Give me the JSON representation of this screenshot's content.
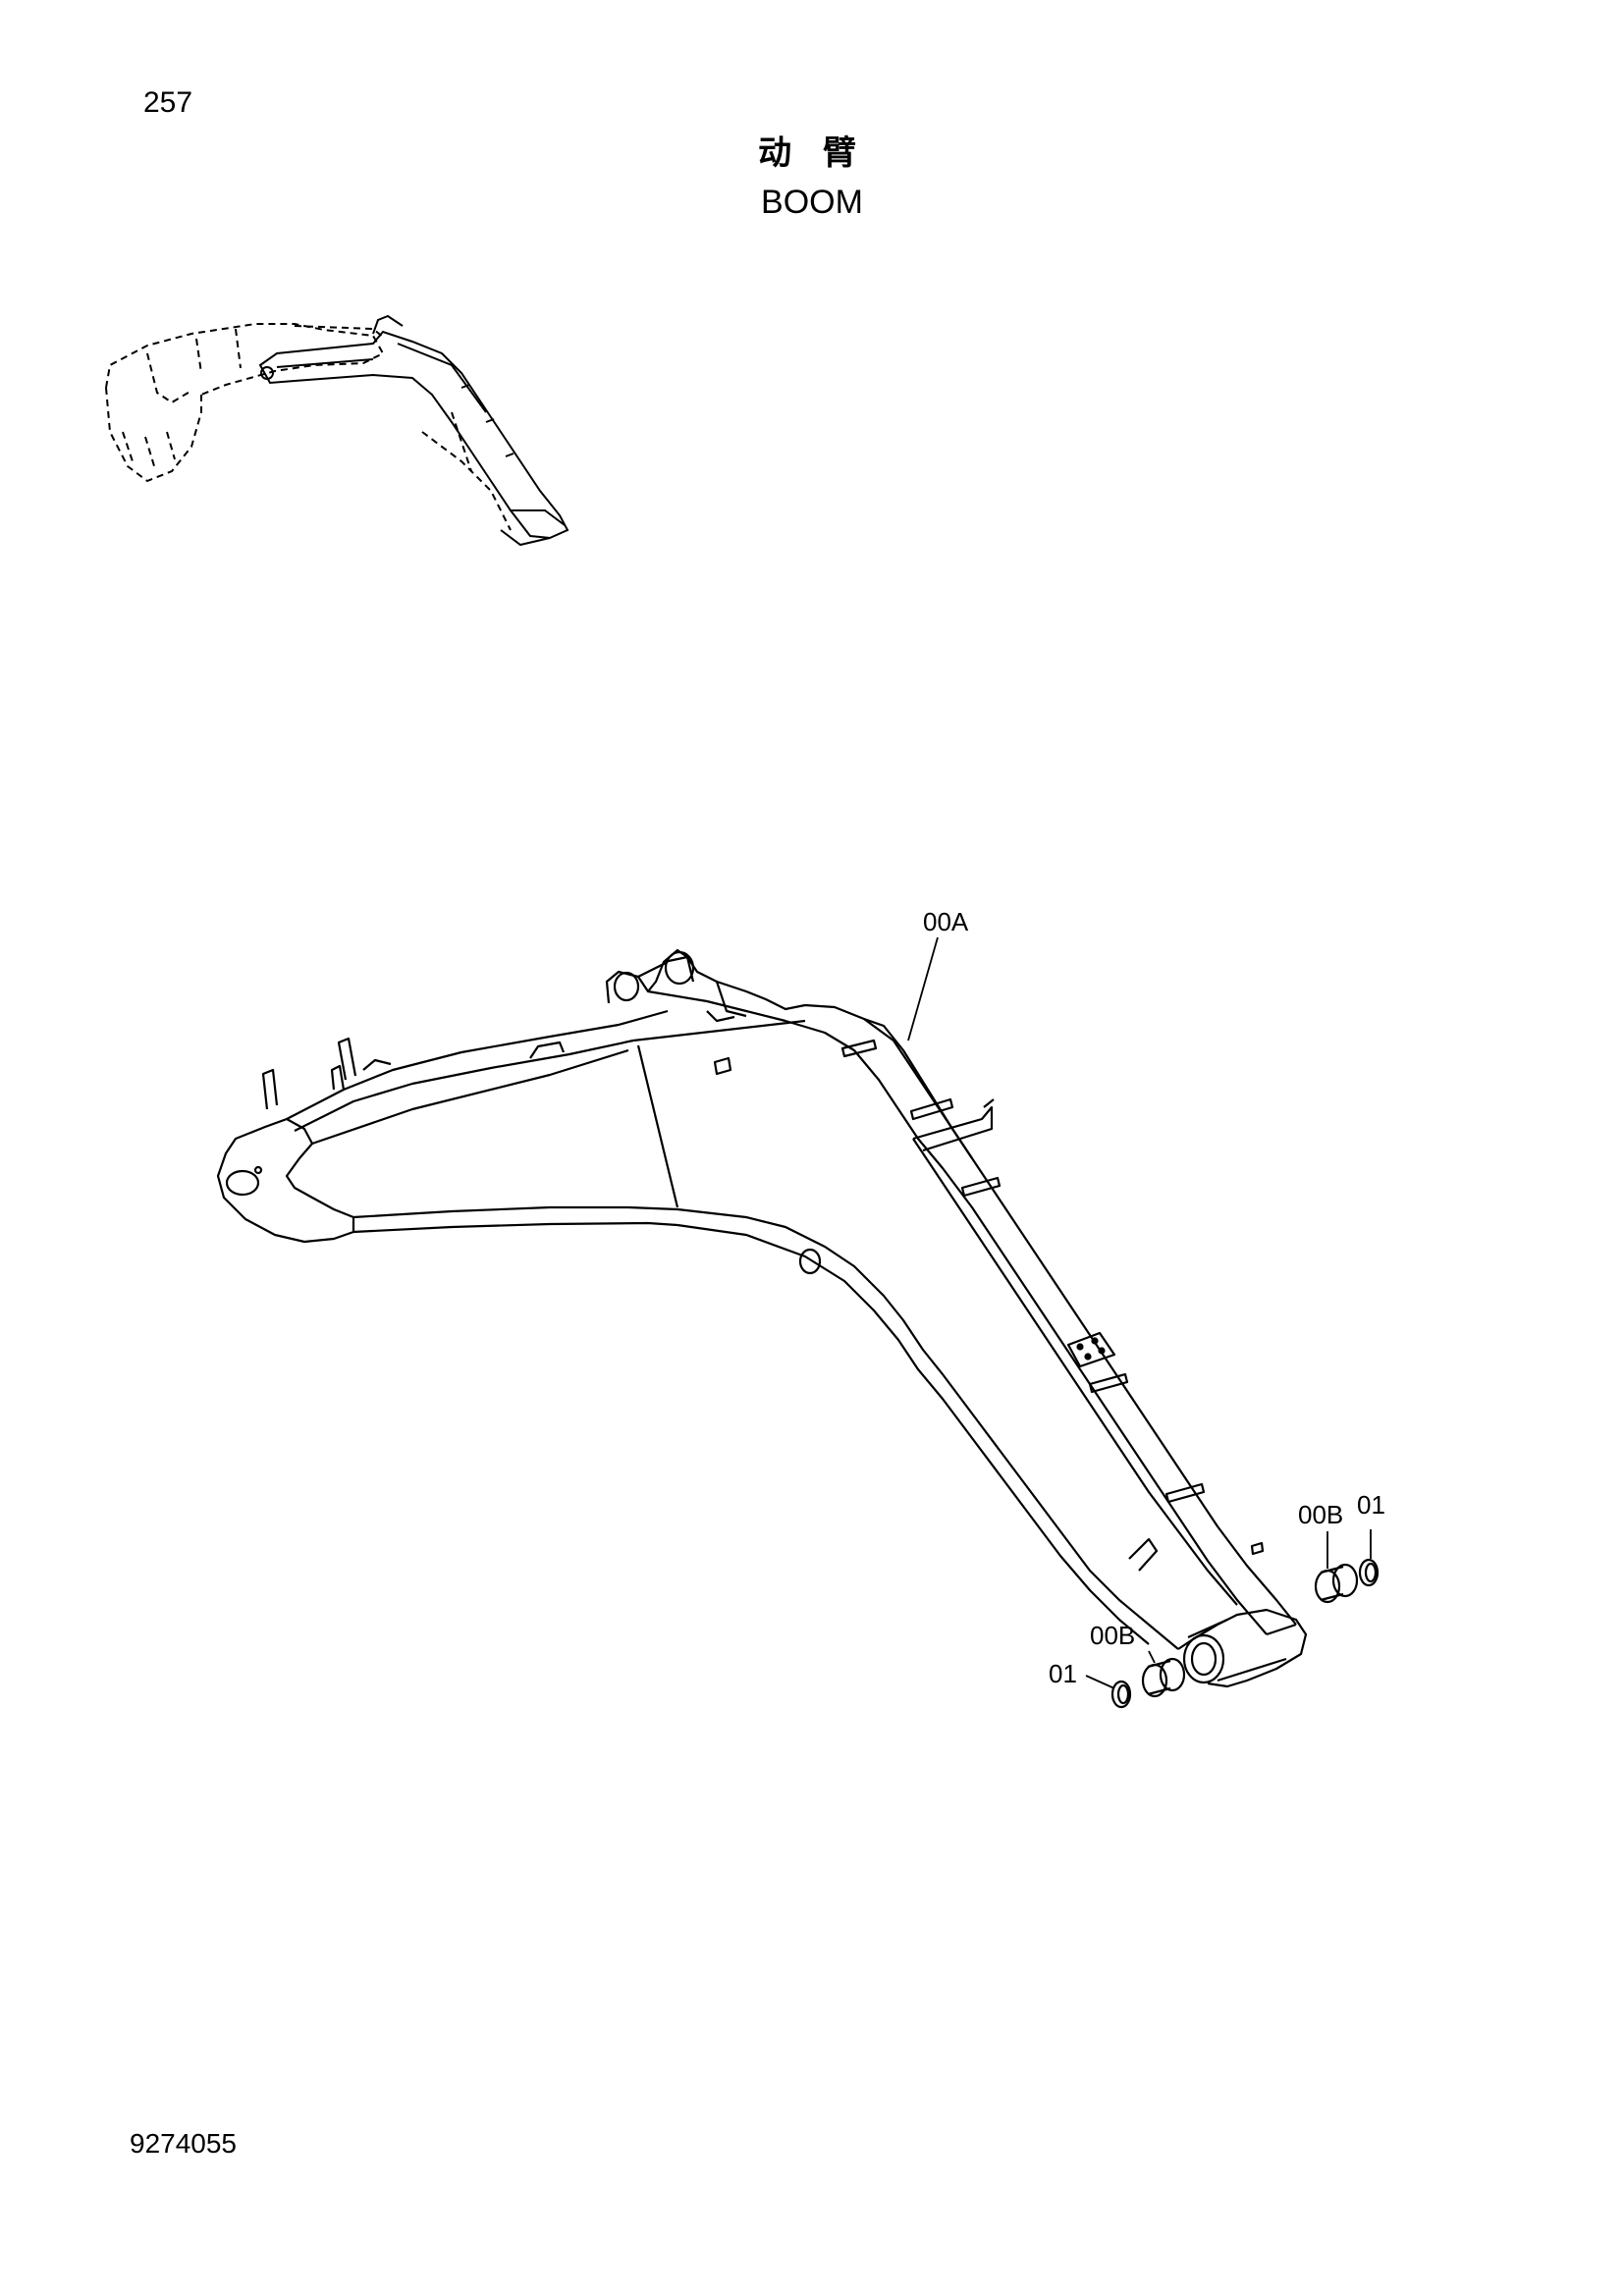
{
  "header": {
    "page_number": "257",
    "title_cn": "动 臂",
    "title_en": "BOOM"
  },
  "footer": {
    "doc_number": "9274055"
  },
  "callouts": {
    "boom": "00A",
    "bushing_right": "00B",
    "ring_right": "01",
    "bushing_left": "00B",
    "ring_left": "01"
  }
}
